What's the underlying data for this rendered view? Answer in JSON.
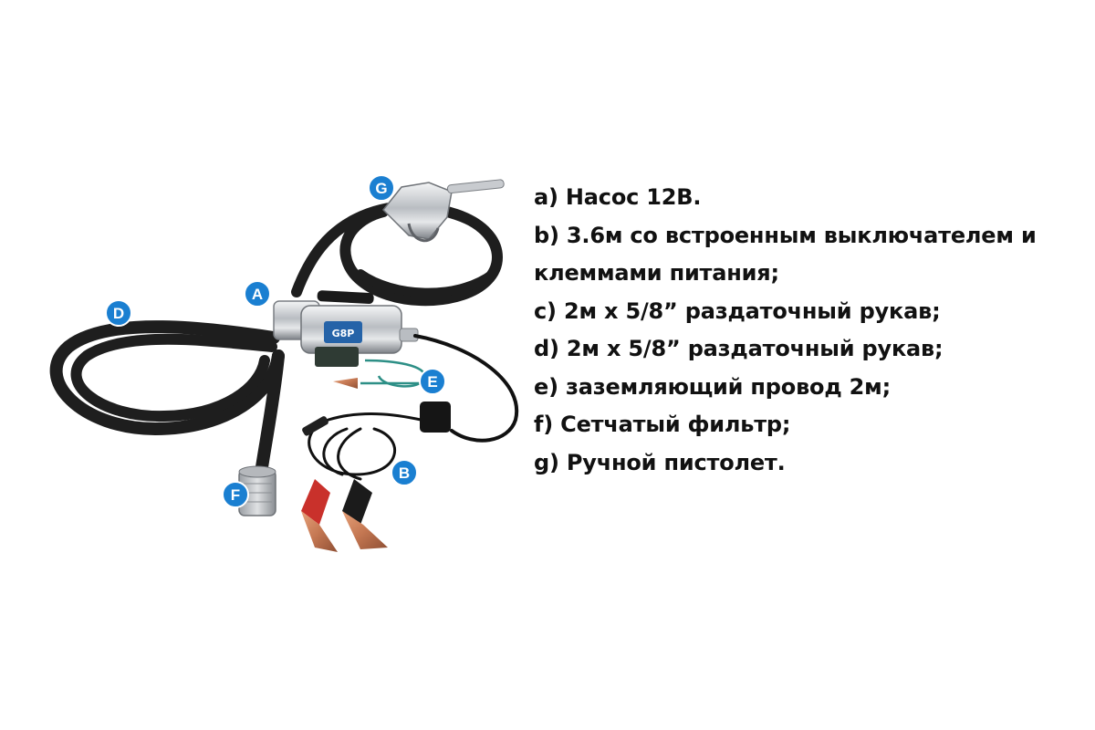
{
  "callouts": {
    "a": "A",
    "b": "B",
    "d": "D",
    "e": "E",
    "f": "F",
    "g": "G"
  },
  "pump_label": "G8P",
  "legend": [
    "a) Насос 12В.",
    "b) 3.6м со встроенным выключателем и",
    "клеммами питания;",
    "c)  2м х 5/8” раздаточный рукав;",
    "d) 2м х 5/8” раздаточный рукав;",
    "e) заземляющий провод 2м;",
    "f)  Сетчатый фильтр;",
    "g) Ручной пистолет."
  ],
  "colors": {
    "callout": "#1a7fd1",
    "hose": "#1e1e1e",
    "metal": "#c9ccd0",
    "clamp_red": "#c9312b",
    "clamp_black": "#1b1b1b",
    "ground_wire": "#2d8f86"
  }
}
